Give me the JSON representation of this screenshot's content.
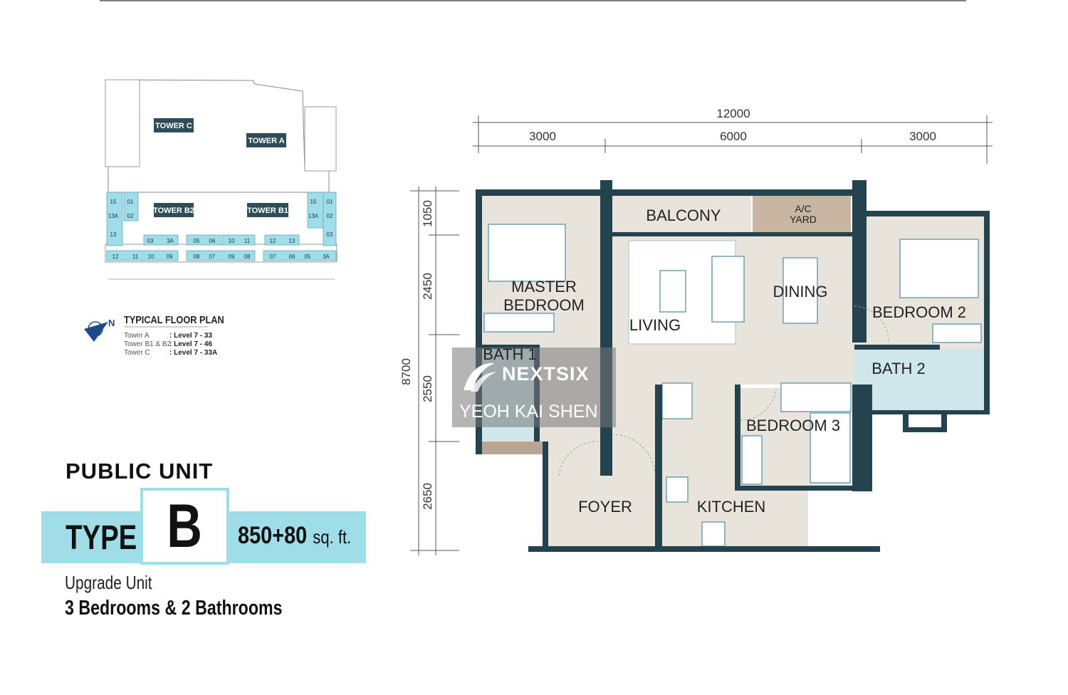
{
  "key_plan": {
    "towers": [
      "TOWER C",
      "TOWER A",
      "TOWER B2",
      "TOWER B1"
    ],
    "title": "TYPICAL FLOOR PLAN",
    "levels": [
      {
        "tower": "Tower A",
        "level": ": Level 7 - 33"
      },
      {
        "tower": "Tower B1 & B2",
        "level": ": Level 7 - 46"
      },
      {
        "tower": "Tower C",
        "level": ": Level 7 - 33A"
      }
    ],
    "north_label": "N",
    "unit_numbers_b2": [
      "15",
      "01",
      "13A",
      "02",
      "13",
      "03",
      "3A",
      "12",
      "11",
      "10",
      "09"
    ],
    "unit_numbers_mid": [
      "05",
      "06",
      "10",
      "11",
      "08",
      "07",
      "09",
      "08"
    ],
    "unit_numbers_b1": [
      "12",
      "13",
      "07",
      "06",
      "05",
      "3A",
      "15",
      "01",
      "13A",
      "02",
      "03"
    ]
  },
  "unit": {
    "category": "PUBLIC UNIT",
    "type_label": "TYPE",
    "type_letter": "B",
    "area": "850+80",
    "area_unit": "sq. ft.",
    "subtitle": "Upgrade Unit",
    "rooms": "3 Bedrooms & 2 Bathrooms"
  },
  "floor_plan": {
    "dimensions_top": {
      "total": "12000",
      "segments": [
        "3000",
        "6000",
        "3000"
      ]
    },
    "dimensions_left": {
      "total": "8700",
      "segments": [
        "1050",
        "2450",
        "2550",
        "2650"
      ]
    },
    "rooms": {
      "balcony": "BALCONY",
      "ac_yard_1": "A/C",
      "ac_yard_2": "YARD",
      "master_1": "MASTER",
      "master_2": "BEDROOM",
      "living": "LIVING",
      "dining": "DINING",
      "bedroom2": "BEDROOM 2",
      "bath1": "BATH 1",
      "bath2": "BATH 2",
      "bedroom3": "BEDROOM 3",
      "foyer": "FOYER",
      "kitchen": "KITCHEN"
    },
    "colors": {
      "wall": "#24434f",
      "floor": "#e8e3db",
      "bath": "#cfe6ea",
      "ac_yard": "#c8b6a2",
      "accent": "#9fdde8"
    }
  },
  "watermark": {
    "brand": "NEXTSIX",
    "name": "YEOH KAI SHEN"
  }
}
